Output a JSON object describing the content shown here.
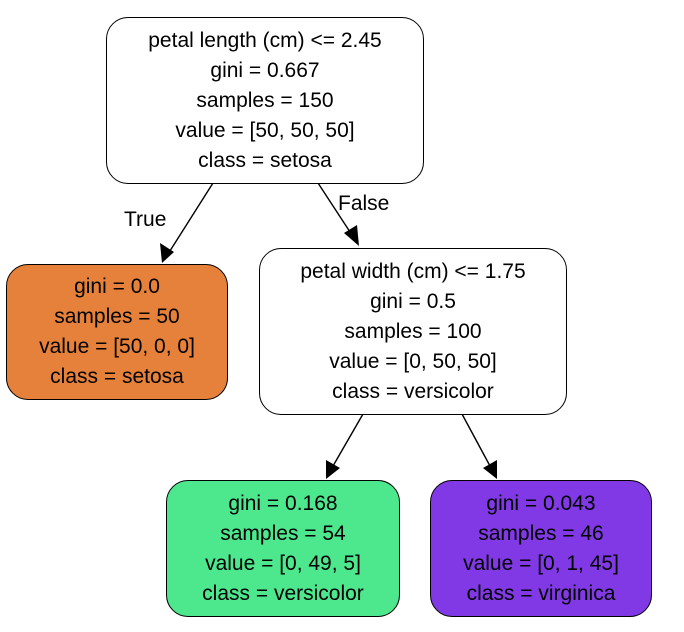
{
  "tree": {
    "nodes": {
      "root": {
        "lines": [
          "petal length (cm) <= 2.45",
          "gini = 0.667",
          "samples = 150",
          "value = [50, 50, 50]",
          "class = setosa"
        ],
        "fill": "#ffffff"
      },
      "left": {
        "lines": [
          "gini = 0.0",
          "samples = 50",
          "value = [50, 0, 0]",
          "class = setosa"
        ],
        "fill": "#e5813a"
      },
      "right": {
        "lines": [
          "petal width (cm) <= 1.75",
          "gini = 0.5",
          "samples = 100",
          "value = [0, 50, 50]",
          "class = versicolor"
        ],
        "fill": "#ffffff"
      },
      "right_left": {
        "lines": [
          "gini = 0.168",
          "samples = 54",
          "value = [0, 49, 5]",
          "class = versicolor"
        ],
        "fill": "#4de88e"
      },
      "right_right": {
        "lines": [
          "gini = 0.043",
          "samples = 46",
          "value = [0, 1, 45]",
          "class = virginica"
        ],
        "fill": "#8139e5"
      }
    },
    "edge_labels": {
      "true_label": "True",
      "false_label": "False"
    }
  }
}
